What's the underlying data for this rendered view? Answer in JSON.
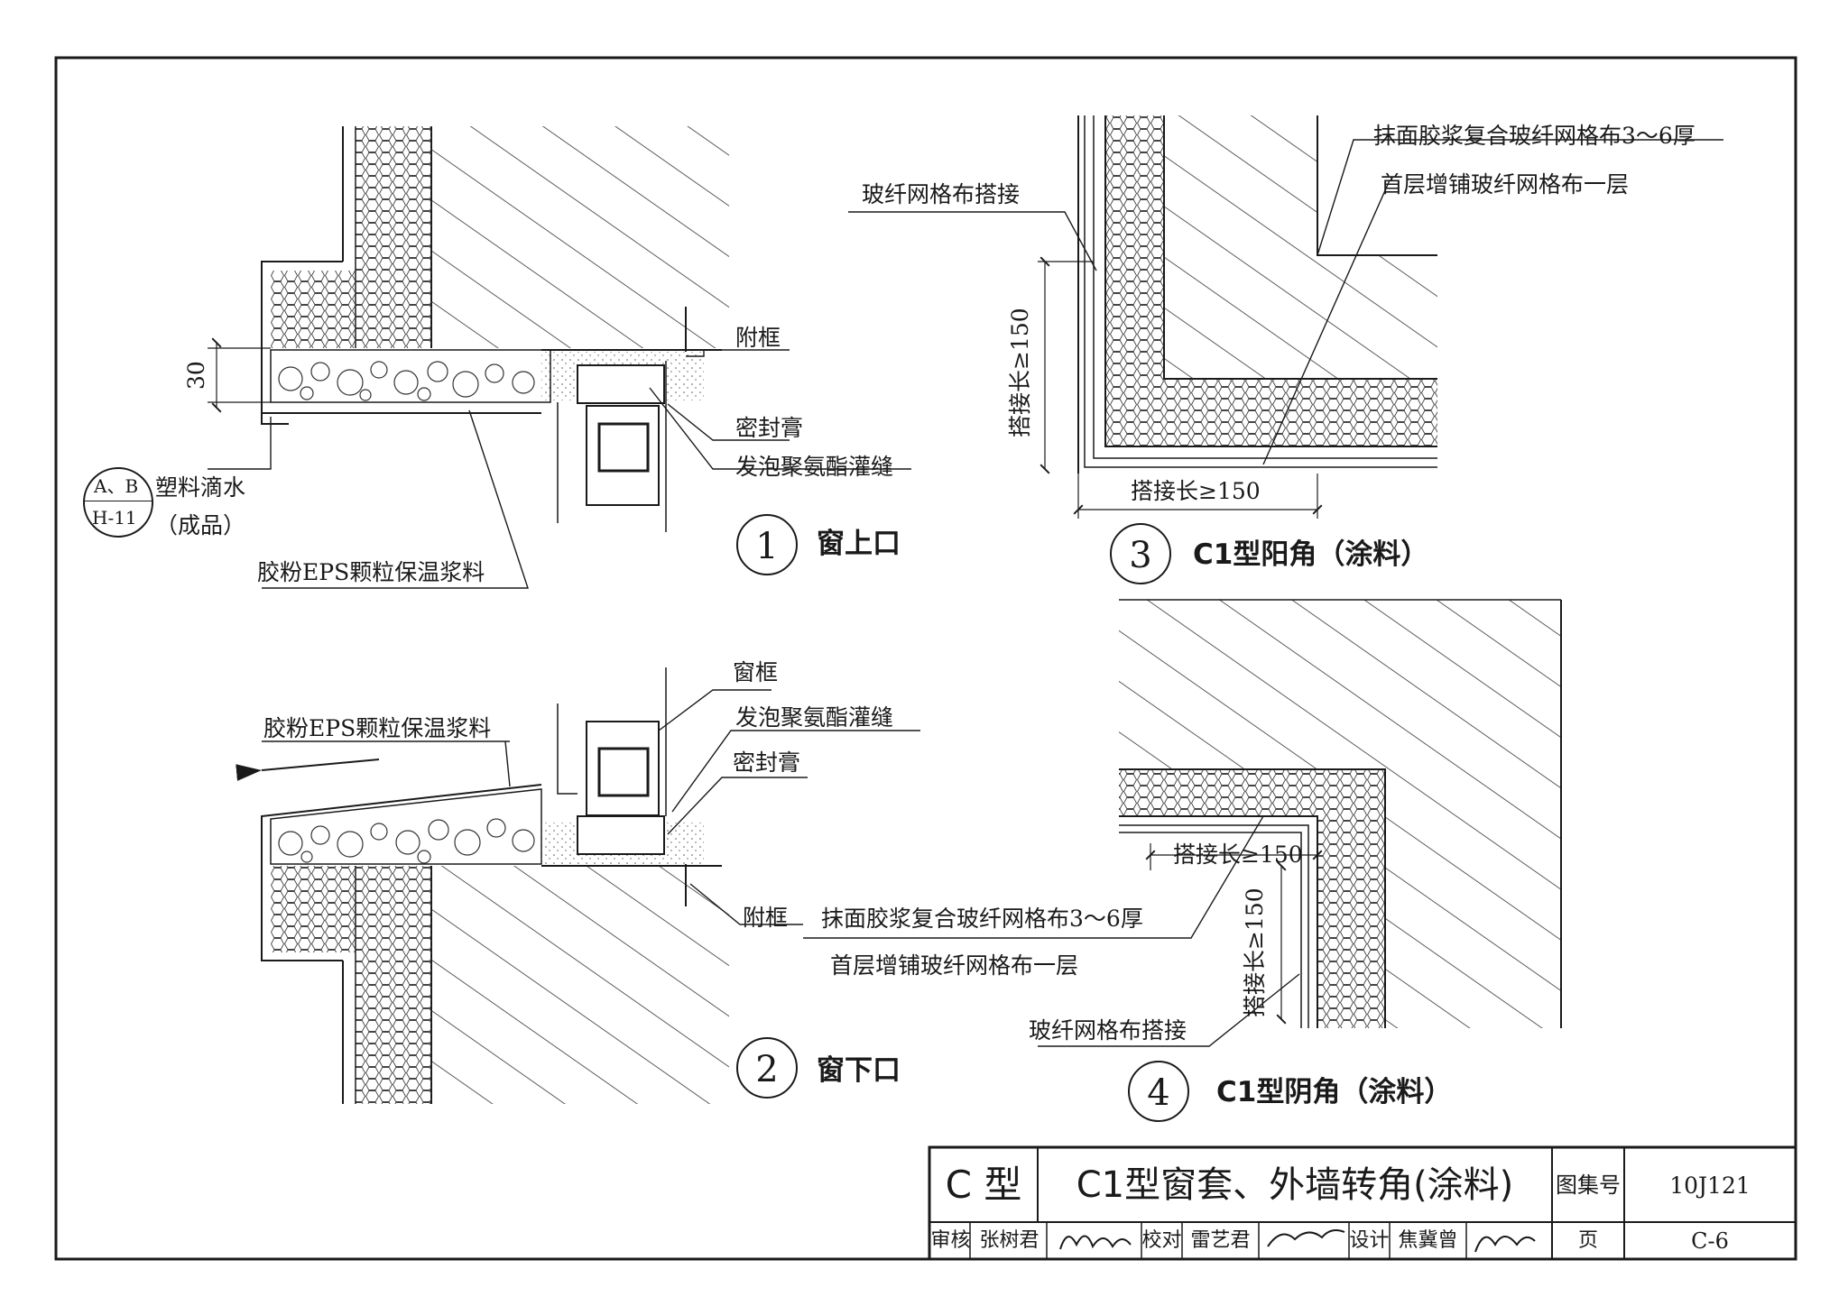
{
  "details": [
    {
      "number": "1",
      "title": "窗上口",
      "labels": {
        "sub_frame": "附框",
        "sealant": "密封膏",
        "pu_foam_joint": "发泡聚氨酯灌缝",
        "drip_ref_top": "A、B",
        "drip_ref_bottom": "H-11",
        "plastic_drip": "塑料滴水",
        "finished_product": "（成品）",
        "eps_mortar": "胶粉EPS颗粒保温浆料",
        "dim_30": "30"
      }
    },
    {
      "number": "2",
      "title": "窗下口",
      "labels": {
        "window_frame": "窗框",
        "pu_foam_joint": "发泡聚氨酯灌缝",
        "sealant": "密封膏",
        "eps_mortar": "胶粉EPS颗粒保温浆料",
        "sub_frame": "附框"
      }
    },
    {
      "number": "3",
      "title": "C1型阳角（涂料）",
      "labels": {
        "plaster_mesh": "抹面胶浆复合玻纤网格布3～6厚",
        "first_floor_mesh": "首层增铺玻纤网格布一层",
        "mesh_overlap": "玻纤网格布搭接",
        "overlap_vertical": "搭接长≥150",
        "overlap_horizontal": "搭接长≥150"
      }
    },
    {
      "number": "4",
      "title": "C1型阴角（涂料）",
      "labels": {
        "overlap_horizontal": "搭接长≥150",
        "overlap_vertical": "搭接长≥150",
        "plaster_mesh": "抹面胶浆复合玻纤网格布3～6厚",
        "first_floor_mesh": "首层增铺玻纤网格布一层",
        "mesh_overlap": "玻纤网格布搭接"
      }
    }
  ],
  "title_block": {
    "type": "C 型",
    "drawing_title": "C1型窗套、外墙转角(涂料)",
    "atlas_no_label": "图集号",
    "atlas_no": "10J121",
    "review_label": "审核",
    "reviewer": "张树君",
    "check_label": "校对",
    "checker": "雷艺君",
    "design_label": "设计",
    "designer": "焦冀曾",
    "page_label": "页",
    "page": "C-6"
  },
  "colors": {
    "ink": "#1a1a1a",
    "paper": "#ffffff"
  }
}
